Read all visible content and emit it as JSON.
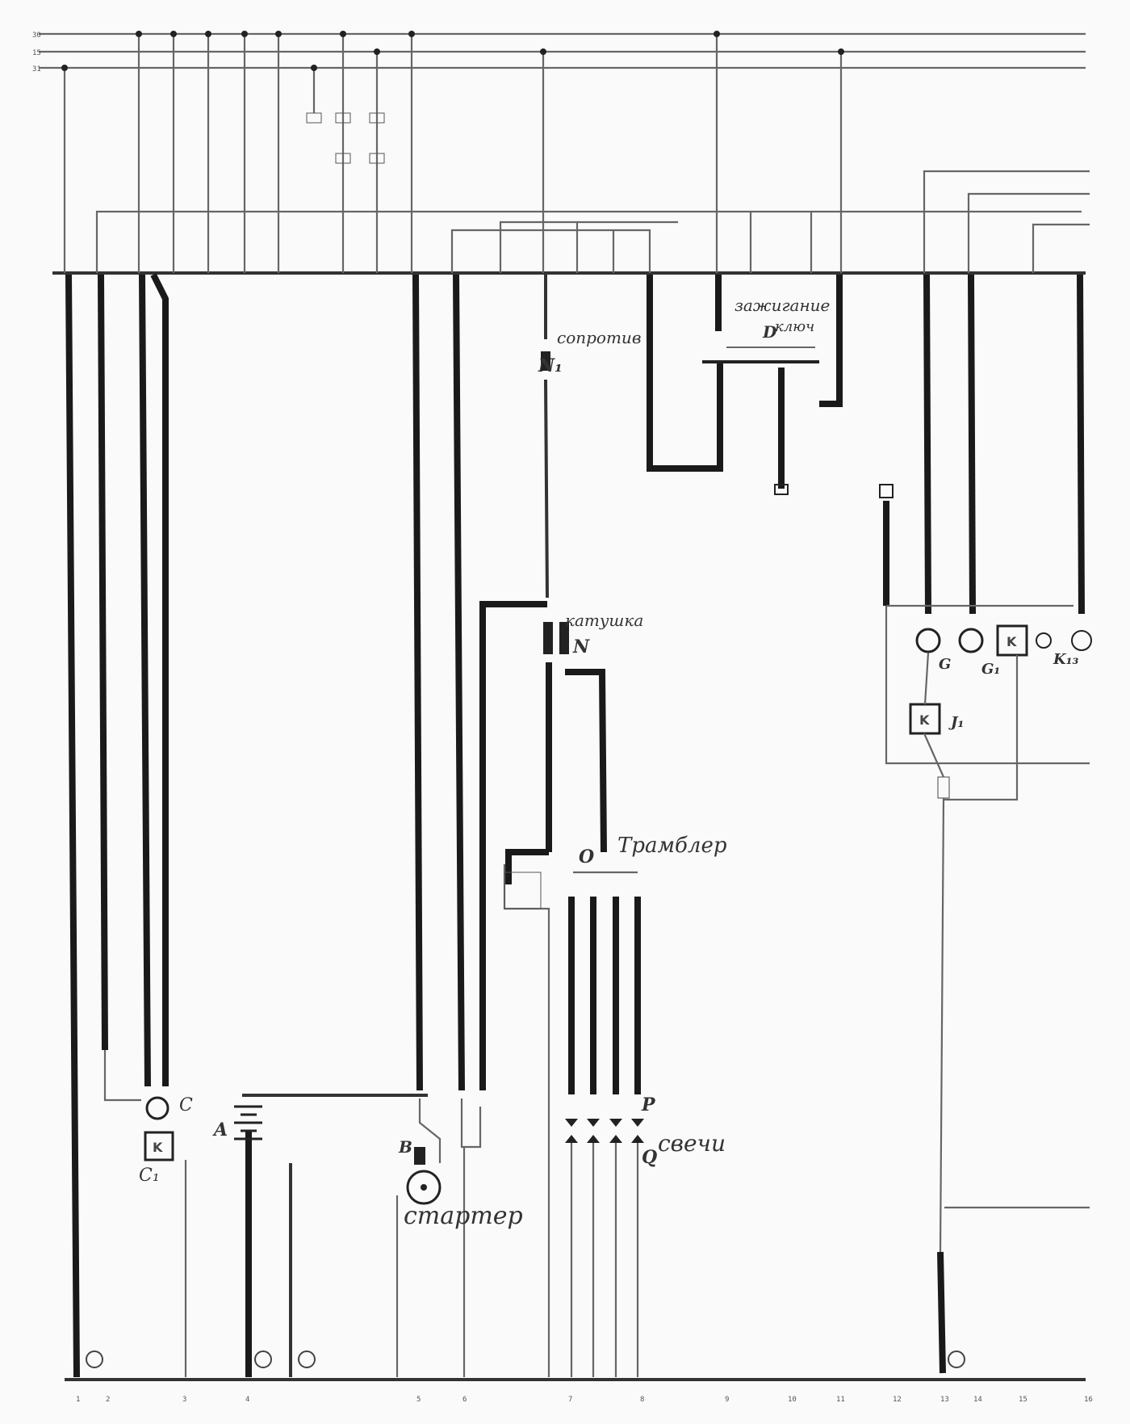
{
  "colors": {
    "ink": "#1a1a1a",
    "wire": "#666666",
    "paper": "#fafafa"
  },
  "components": {
    "A": "A",
    "B": "B",
    "C": "C",
    "C1": "C₁",
    "D": "D",
    "N": "N",
    "N1": "N₁",
    "O": "O",
    "P": "P",
    "Q": "Q",
    "G": "G",
    "G1": "G₁",
    "J1": "J₁",
    "K": "K",
    "K1J": "K₁₃"
  },
  "handwritten": {
    "starter": "стартер",
    "svechi": "свечи",
    "trambler": "Трамблер",
    "katushka": "катушка",
    "zazhiganie_line1": "зажигание",
    "zazhiganie_line2": "ключ",
    "soprotiv": "сопротив"
  },
  "bus_labels": [
    "30",
    "15",
    "31"
  ],
  "bottom_numbers": [
    "1",
    "2",
    "3",
    "4",
    "5",
    "6",
    "7",
    "8",
    "9",
    "10",
    "11",
    "12",
    "13",
    "14",
    "15",
    "16"
  ]
}
